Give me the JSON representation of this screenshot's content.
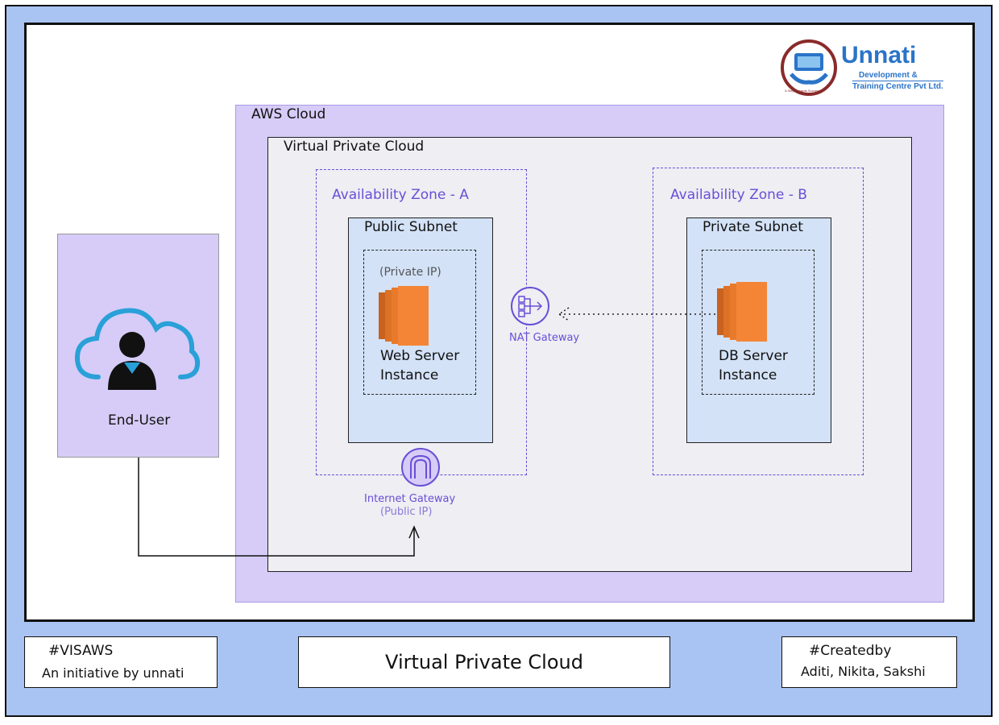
{
  "logo": {
    "name": "Unnati",
    "line1": "Development &",
    "line2": "Training Centre Pvt Ltd.",
    "tagline": "A Step Towards Success"
  },
  "aws_cloud": {
    "label": "AWS Cloud"
  },
  "vpc": {
    "label": "Virtual Private Cloud"
  },
  "zone_a": {
    "label": "Availability Zone - A",
    "subnet": "Public Subnet",
    "ip": "(Private IP)",
    "instance_line1": "Web Server",
    "instance_line2": "Instance"
  },
  "zone_b": {
    "label": "Availability Zone - B",
    "subnet": "Private Subnet",
    "instance_line1": "DB Server",
    "instance_line2": "Instance"
  },
  "nat_gateway": {
    "label": "NAT Gateway"
  },
  "internet_gateway": {
    "label": "Internet Gateway",
    "ip": "(Public IP)"
  },
  "end_user": {
    "label": "End-User"
  },
  "footer": {
    "left_line1": "#VISAWS",
    "left_line2": "An initiative by unnati",
    "center": "Virtual Private Cloud",
    "right_line1": "#Createdby",
    "right_line2": "Aditi, Nikita, Sakshi"
  },
  "colors": {
    "background": "#a9c4f3",
    "aws_cloud": "#d6ccf7",
    "vpc": "#eeeef3",
    "subnet": "#d3e2f7",
    "zone_border": "#6a4fd6",
    "ec2": "#f58536",
    "cloud_icon": "#2aa0d8"
  }
}
